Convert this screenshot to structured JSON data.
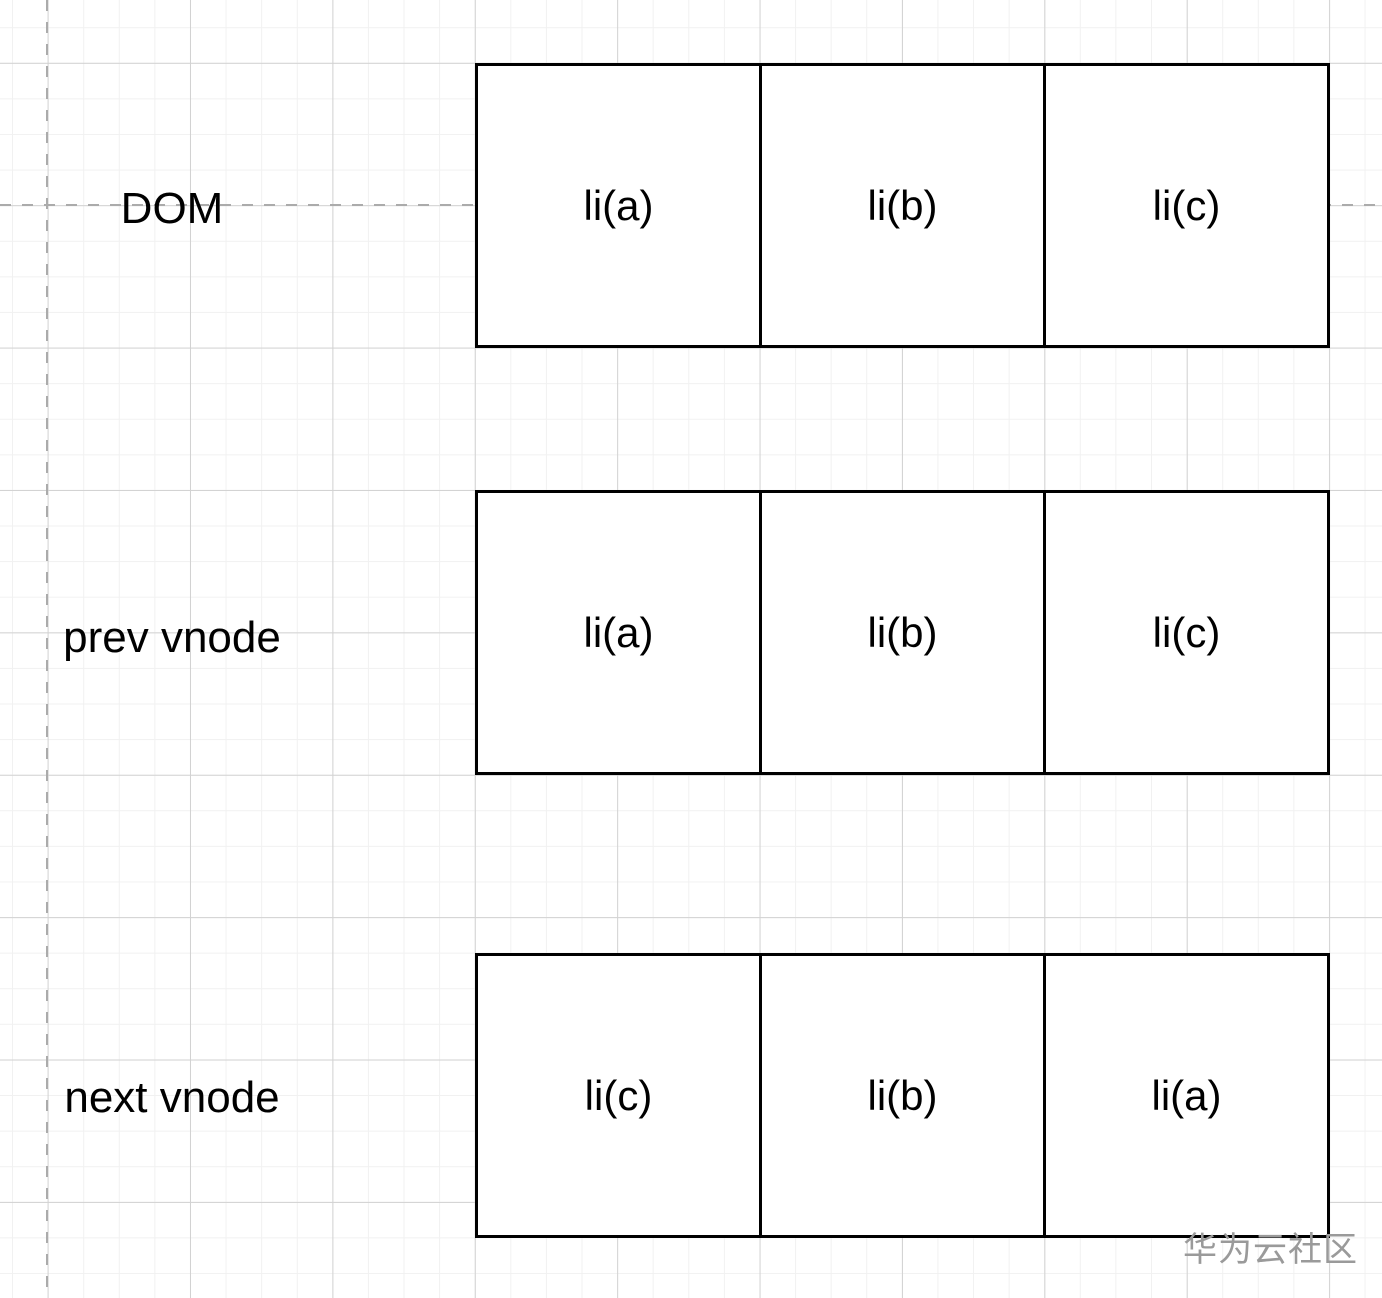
{
  "diagram": {
    "rows": [
      {
        "label": "DOM",
        "cells": [
          "li(a)",
          "li(b)",
          "li(c)"
        ]
      },
      {
        "label": "prev vnode",
        "cells": [
          "li(a)",
          "li(b)",
          "li(c)"
        ]
      },
      {
        "label": "next vnode",
        "cells": [
          "li(c)",
          "li(b)",
          "li(a)"
        ]
      }
    ],
    "watermark": "华为云社区",
    "colors": {
      "box_border": "#000000",
      "box_fill": "#ffffff",
      "grid_minor": "#f1f1f1",
      "grid_major": "#d2d2d2",
      "guide_dash": "#ababab",
      "watermark_text": "#9a9a9a",
      "label_text": "#000000"
    }
  }
}
